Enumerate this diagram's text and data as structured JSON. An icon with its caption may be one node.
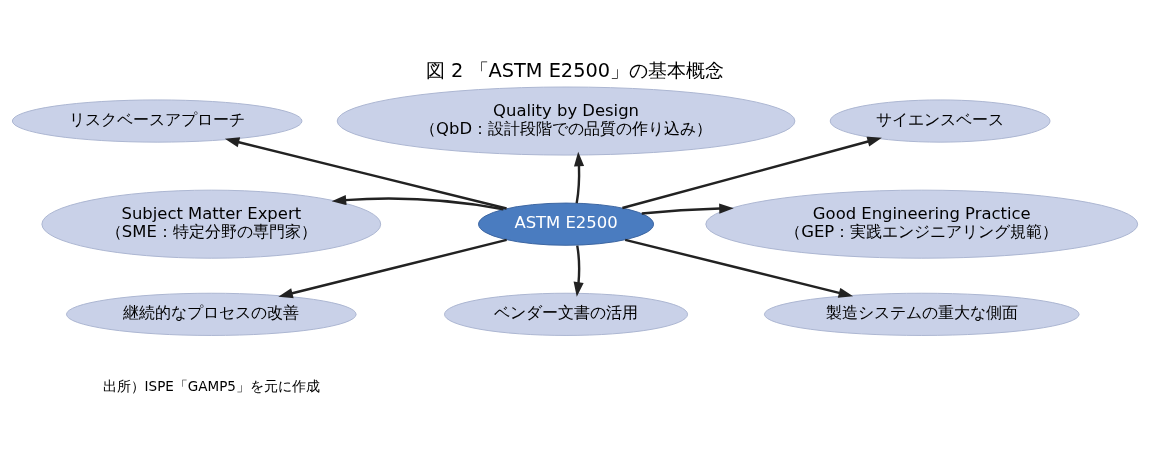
{
  "diagram": {
    "title": "図 2 「ASTM E2500」の基本概念",
    "caption": "出所）ISPE「GAMP5」を元に作成",
    "nodes": [
      {
        "text": [
          "Quality by Design",
          "（QbD：設計段階での品質の作り込み）"
        ]
      },
      {
        "text": [
          "リスクベースアプローチ"
        ]
      },
      {
        "text": [
          "サイエンスベース"
        ]
      },
      {
        "text": [
          "Subject Matter Expert",
          "（SME：特定分野の専門家）"
        ]
      },
      {
        "text": [
          "ASTM E2500"
        ]
      },
      {
        "text": [
          "Good Engineering Practice",
          "（GEP：実践エンジニアリング規範）"
        ]
      },
      {
        "text": [
          "継続的なプロセスの改善"
        ]
      },
      {
        "text": [
          "製造システムの重大な側面"
        ]
      },
      {
        "text": [
          "ベンダー文書の活用"
        ]
      }
    ],
    "edges": [
      {
        "from": 4,
        "to": 0,
        "arrow": "to"
      },
      {
        "from": 4,
        "to": 1,
        "arrow": "to"
      },
      {
        "from": 4,
        "to": 2,
        "arrow": "to"
      },
      {
        "from": 4,
        "to": 3,
        "arrow": "to"
      },
      {
        "from": 4,
        "to": 5,
        "arrow": "to"
      },
      {
        "from": 4,
        "to": 6,
        "arrow": "to"
      },
      {
        "from": 4,
        "to": 7,
        "arrow": "to"
      },
      {
        "from": 4,
        "to": 8,
        "arrow": "to"
      }
    ]
  }
}
